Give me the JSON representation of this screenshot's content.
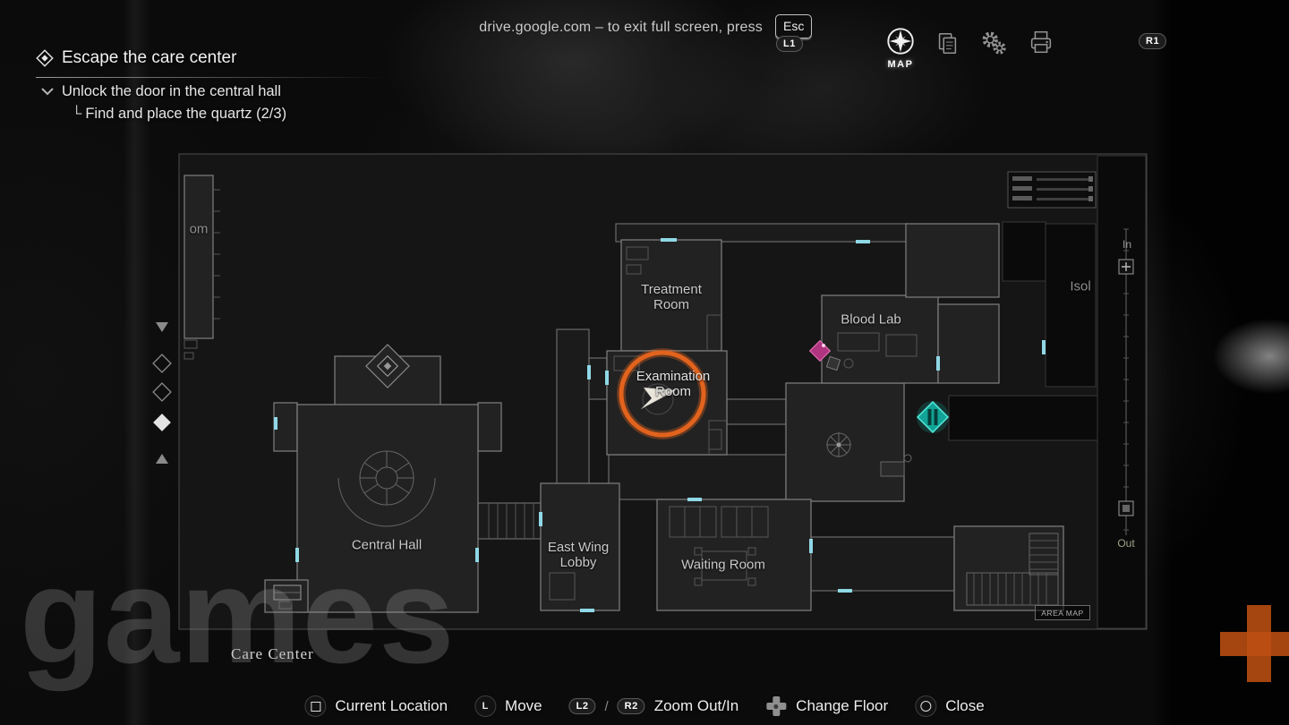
{
  "notification": {
    "text": "drive.google.com – to exit full screen, press",
    "esc_key": "Esc",
    "l1_badge": "L1"
  },
  "objectives": {
    "title": "Escape the care center",
    "subtask": "Unlock the door in the central hall",
    "subsub_prefix": "└",
    "subsub": "Find and place the quartz (2/3)"
  },
  "menu": {
    "map_tab_label": "MAP",
    "r1_badge": "R1"
  },
  "map": {
    "area_name": "Care Center",
    "area_map_badge": "AREA MAP",
    "rooms": {
      "treatment": "Treatment Room",
      "blood_lab": "Blood Lab",
      "examination": "Examination Room",
      "central_hall": "Central Hall",
      "east_wing_lobby": "East Wing Lobby",
      "waiting": "Waiting Room",
      "partial_left": "om",
      "partial_right": "Isol"
    },
    "elevator": {
      "in_label": "In",
      "out_label": "Out"
    }
  },
  "controls": {
    "current_location": "Current Location",
    "move": "Move",
    "l2": "L2",
    "zoom_sep": "/",
    "r2": "R2",
    "zoom": "Zoom Out/In",
    "change_floor": "Change Floor",
    "close": "Close"
  },
  "watermark": {
    "text": "games"
  },
  "colors": {
    "highlight_orange": "#e2631d",
    "door_cyan": "#8fd8e6",
    "item_teal": "#17b3a6",
    "item_magenta": "#c23a8c"
  }
}
